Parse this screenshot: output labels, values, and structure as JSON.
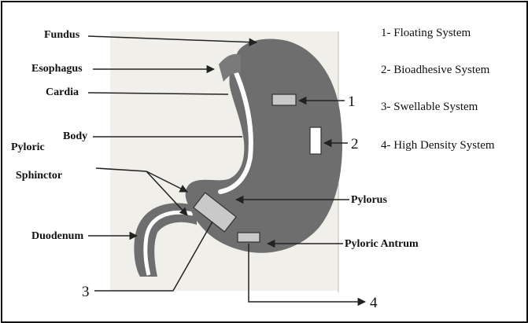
{
  "labels": {
    "fundus": "Fundus",
    "esophagus": "Esophagus",
    "cardia": "Cardia",
    "body": "Body",
    "pyloric": "Pyloric",
    "sphinctor": "Sphinctor",
    "duodenum": "Duodenum",
    "pylorus": "Pylorus",
    "pyloric_antrum": "Pyloric Antrum"
  },
  "markers": {
    "m1": "1",
    "m2": "2",
    "m3": "3",
    "m4": "4"
  },
  "legend": [
    "1- Floating System",
    "2- Bioadhesive System",
    "3- Swellable System",
    "4- High Density System"
  ],
  "colors": {
    "stomach": "#6e6e6e",
    "lumen": "#ffffff",
    "background_panel": "#ece9e2"
  }
}
